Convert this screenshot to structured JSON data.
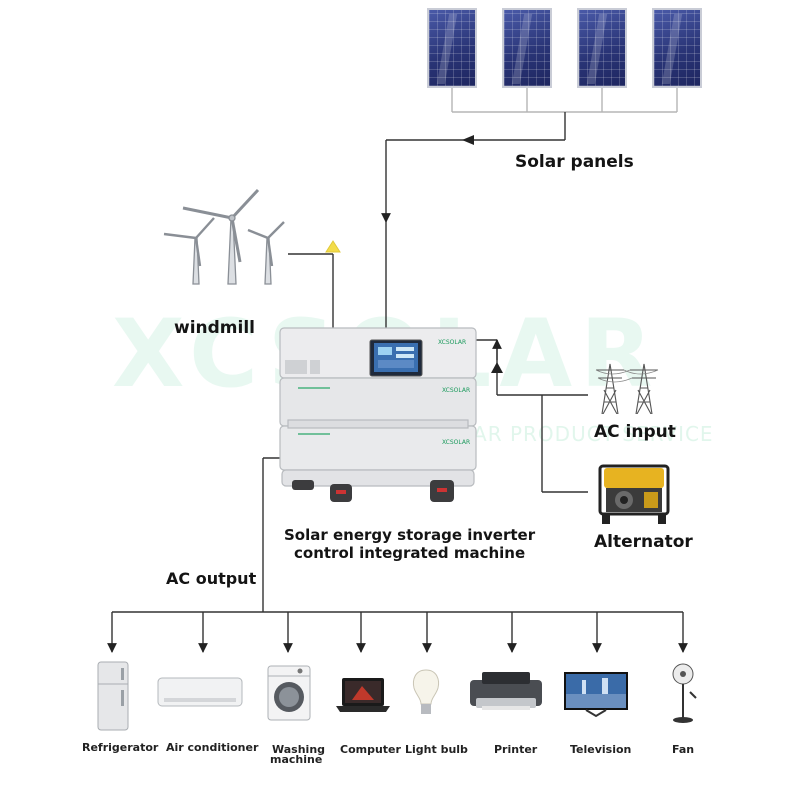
{
  "watermark": {
    "brand": "XCSOLAR",
    "tagline": "SOLAR PRODUCT SERVICE"
  },
  "labels": {
    "solar_panels": "Solar panels",
    "windmill": "windmill",
    "ac_input": "AC input",
    "alternator": "Alternator",
    "machine_line1": "Solar energy storage inverter",
    "machine_line2": "control integrated machine",
    "ac_output": "AC output"
  },
  "machine": {
    "brand": "XCSOLAR"
  },
  "appliances": [
    {
      "id": "refrigerator",
      "label": "Refrigerator"
    },
    {
      "id": "air-conditioner",
      "label": "Air conditioner"
    },
    {
      "id": "washing-machine",
      "label_line1": "Washing",
      "label_line2": "machine"
    },
    {
      "id": "computer",
      "label": "Computer"
    },
    {
      "id": "light-bulb",
      "label": "Light bulb"
    },
    {
      "id": "printer",
      "label": "Printer"
    },
    {
      "id": "television",
      "label": "Television"
    },
    {
      "id": "fan",
      "label": "Fan"
    }
  ],
  "colors": {
    "wire": "#333333",
    "arrow_yellow": "#f3dc4a",
    "machine": "#e6e7e9",
    "screen": "#3a6fb0"
  }
}
